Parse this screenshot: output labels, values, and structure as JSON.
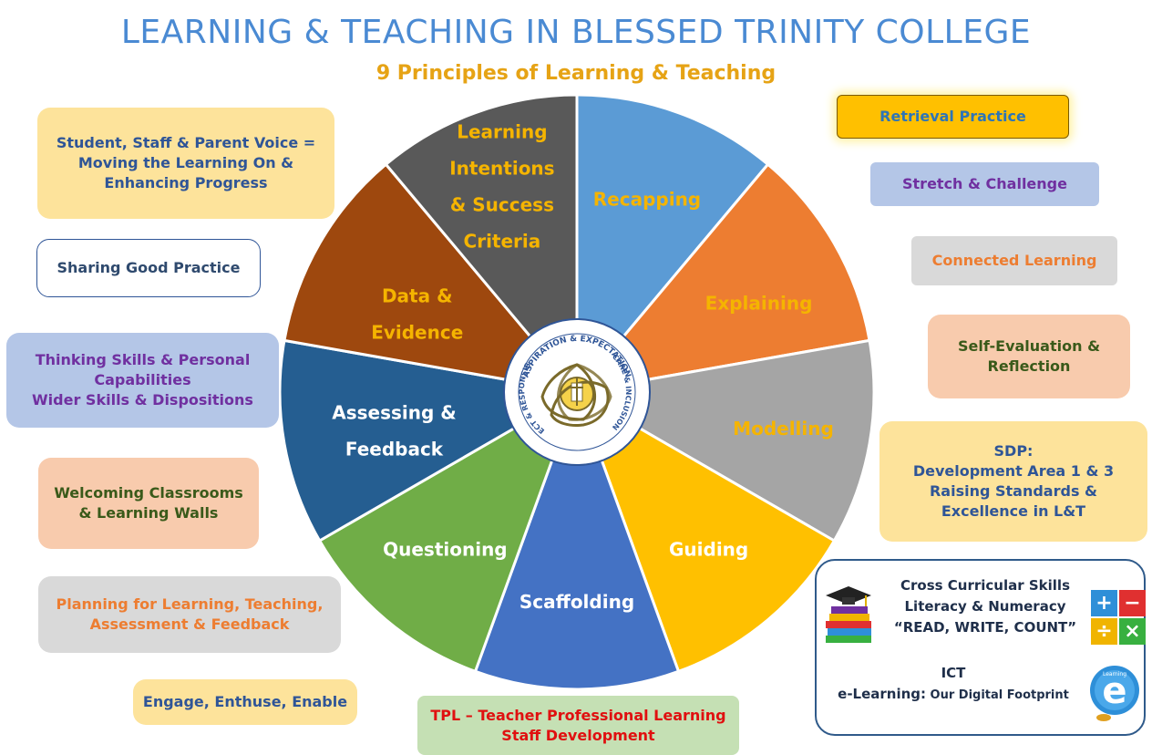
{
  "header": {
    "title": "LEARNING & TEACHING IN BLESSED TRINITY COLLEGE",
    "subtitle": "9 Principles of Learning & Teaching"
  },
  "wheel": {
    "segments": [
      {
        "lines": [
          "Recapping"
        ],
        "color": "#5b9bd5",
        "text_color": "#f5b400"
      },
      {
        "lines": [
          "Explaining"
        ],
        "color": "#ed7d31",
        "text_color": "#f5b400"
      },
      {
        "lines": [
          "Modelling"
        ],
        "color": "#a5a5a5",
        "text_color": "#f5b400"
      },
      {
        "lines": [
          "Guiding"
        ],
        "color": "#ffc000",
        "text_color": "#ffffff"
      },
      {
        "lines": [
          "Scaffolding"
        ],
        "color": "#4472c4",
        "text_color": "#ffffff"
      },
      {
        "lines": [
          "Questioning"
        ],
        "color": "#70ad47",
        "text_color": "#ffffff"
      },
      {
        "lines": [
          "Assessing &",
          "Feedback"
        ],
        "color": "#255e91",
        "text_color": "#ffffff"
      },
      {
        "lines": [
          "Data &",
          "Evidence"
        ],
        "color": "#9e480e",
        "text_color": "#f5b400"
      },
      {
        "lines": [
          "Learning",
          "Intentions",
          "& Success",
          "Criteria"
        ],
        "color": "#595959",
        "text_color": "#f5b400"
      }
    ],
    "logo": {
      "ring_text_top": "ASPIRATION & EXPECTATION",
      "ring_text_right": "CARE & INCLUSION",
      "ring_text_left": "RESPECT & RESPONSIBILITY"
    }
  },
  "left_boxes": {
    "voice": {
      "lines": [
        "Student, Staff & Parent Voice =",
        "Moving the Learning On &",
        "Enhancing Progress"
      ],
      "bg": "#fde39b",
      "color": "#2f5597"
    },
    "sharing": {
      "lines": [
        "Sharing Good Practice"
      ],
      "bg": "#ffffff",
      "color": "#2f4a6e",
      "border": "#2f5597"
    },
    "thinking": {
      "lines": [
        "Thinking Skills & Personal",
        "Capabilities",
        "Wider Skills & Dispositions"
      ],
      "bg": "#b4c6e7",
      "color": "#7030a0"
    },
    "welcoming": {
      "lines": [
        "Welcoming Classrooms",
        "& Learning Walls"
      ],
      "bg": "#f8cbad",
      "color": "#3a5a1a"
    },
    "planning": {
      "lines": [
        "Planning for Learning, Teaching,",
        "Assessment & Feedback"
      ],
      "bg": "#d9d9d9",
      "color": "#ed7d31"
    },
    "engage": {
      "lines": [
        "Engage, Enthuse, Enable"
      ],
      "bg": "#fde39b",
      "color": "#2f5597"
    }
  },
  "right_boxes": {
    "retrieval": {
      "lines": [
        "Retrieval Practice"
      ],
      "bg": "#ffc000",
      "color": "#2e75b6"
    },
    "stretch": {
      "lines": [
        "Stretch & Challenge"
      ],
      "bg": "#b4c6e7",
      "color": "#7030a0"
    },
    "connected": {
      "lines": [
        "Connected Learning"
      ],
      "bg": "#d9d9d9",
      "color": "#ed7d31"
    },
    "selfeval": {
      "lines": [
        "Self-Evaluation &",
        "Reflection"
      ],
      "bg": "#f8cbad",
      "color": "#3a5a1a"
    },
    "sdp": {
      "lines": [
        "SDP:",
        "Development Area 1 & 3",
        "Raising Standards &",
        "Excellence in L&T"
      ],
      "bg": "#fde39b",
      "color": "#2f5597"
    }
  },
  "bottom_box": {
    "lines": [
      "TPL – Teacher Professional Learning",
      "Staff Development"
    ],
    "bg": "#c5e0b4",
    "color": "#e01010"
  },
  "cross_curricular": {
    "lines": [
      "Cross Curricular Skills",
      "Literacy & Numeracy",
      "“READ, WRITE, COUNT”"
    ],
    "ict_label": "ICT",
    "elearning_bold": "e-Learning:",
    "elearning_rest": " Our Digital Footprint",
    "math_symbols": [
      "+",
      "−",
      "÷",
      "×"
    ],
    "math_colors": [
      "#2e8fd8",
      "#e03030",
      "#f0b400",
      "#38b040"
    ],
    "elearning_icon_text": "e",
    "elearning_icon_small": "Learning"
  }
}
